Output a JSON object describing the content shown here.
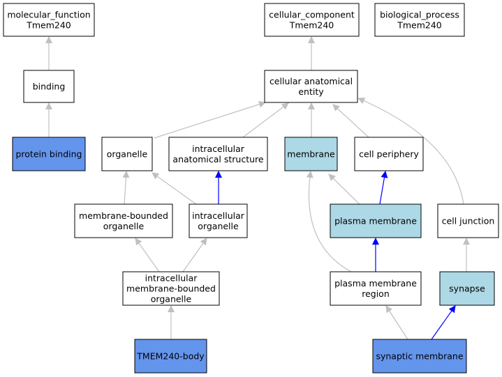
{
  "colors": {
    "default_fill": "#ffffff",
    "highlight_light": "#add8e6",
    "highlight_dark": "#6495ed",
    "edge_is_a": "#c0c0c0",
    "edge_part_of": "#0000ff"
  },
  "nodes": [
    {
      "id": "mf",
      "lines": [
        "molecular_function",
        "Tmem240"
      ],
      "fill": "default"
    },
    {
      "id": "cc",
      "lines": [
        "cellular_component",
        "Tmem240"
      ],
      "fill": "default"
    },
    {
      "id": "bp",
      "lines": [
        "biological_process",
        "Tmem240"
      ],
      "fill": "default"
    },
    {
      "id": "binding",
      "lines": [
        "binding"
      ],
      "fill": "default"
    },
    {
      "id": "cae",
      "lines": [
        "cellular anatomical",
        "entity"
      ],
      "fill": "default"
    },
    {
      "id": "protein_binding",
      "lines": [
        "protein binding"
      ],
      "fill": "dark"
    },
    {
      "id": "organelle",
      "lines": [
        "organelle"
      ],
      "fill": "default"
    },
    {
      "id": "ias",
      "lines": [
        "intracellular",
        "anatomical structure"
      ],
      "fill": "default"
    },
    {
      "id": "membrane",
      "lines": [
        "membrane"
      ],
      "fill": "light"
    },
    {
      "id": "cell_periphery",
      "lines": [
        "cell periphery"
      ],
      "fill": "default"
    },
    {
      "id": "mbo",
      "lines": [
        "membrane-bounded",
        "organelle"
      ],
      "fill": "default"
    },
    {
      "id": "io",
      "lines": [
        "intracellular",
        "organelle"
      ],
      "fill": "default"
    },
    {
      "id": "plasma_membrane",
      "lines": [
        "plasma membrane"
      ],
      "fill": "light"
    },
    {
      "id": "cell_junction",
      "lines": [
        "cell junction"
      ],
      "fill": "default"
    },
    {
      "id": "imbo",
      "lines": [
        "intracellular",
        "membrane-bounded",
        "organelle"
      ],
      "fill": "default"
    },
    {
      "id": "pmr",
      "lines": [
        "plasma membrane",
        "region"
      ],
      "fill": "default"
    },
    {
      "id": "synapse",
      "lines": [
        "synapse"
      ],
      "fill": "light"
    },
    {
      "id": "tmem_body",
      "lines": [
        "TMEM240-body"
      ],
      "fill": "dark"
    },
    {
      "id": "syn_membrane",
      "lines": [
        "synaptic membrane"
      ],
      "fill": "dark"
    }
  ],
  "edges": [
    {
      "from": "binding",
      "to": "mf",
      "type": "is_a"
    },
    {
      "from": "protein_binding",
      "to": "binding",
      "type": "is_a"
    },
    {
      "from": "cae",
      "to": "cc",
      "type": "is_a"
    },
    {
      "from": "organelle",
      "to": "cae",
      "type": "is_a"
    },
    {
      "from": "ias",
      "to": "cae",
      "type": "is_a"
    },
    {
      "from": "membrane",
      "to": "cae",
      "type": "is_a"
    },
    {
      "from": "cell_periphery",
      "to": "cae",
      "type": "is_a"
    },
    {
      "from": "cell_junction",
      "to": "cae",
      "type": "is_a"
    },
    {
      "from": "mbo",
      "to": "organelle",
      "type": "is_a"
    },
    {
      "from": "io",
      "to": "organelle",
      "type": "is_a"
    },
    {
      "from": "io",
      "to": "ias",
      "type": "part_of"
    },
    {
      "from": "plasma_membrane",
      "to": "membrane",
      "type": "is_a"
    },
    {
      "from": "plasma_membrane",
      "to": "cell_periphery",
      "type": "part_of"
    },
    {
      "from": "imbo",
      "to": "mbo",
      "type": "is_a"
    },
    {
      "from": "imbo",
      "to": "io",
      "type": "is_a"
    },
    {
      "from": "pmr",
      "to": "membrane",
      "type": "is_a"
    },
    {
      "from": "pmr",
      "to": "plasma_membrane",
      "type": "part_of"
    },
    {
      "from": "synapse",
      "to": "cell_junction",
      "type": "is_a"
    },
    {
      "from": "tmem_body",
      "to": "imbo",
      "type": "is_a"
    },
    {
      "from": "syn_membrane",
      "to": "pmr",
      "type": "is_a"
    },
    {
      "from": "syn_membrane",
      "to": "synapse",
      "type": "part_of"
    }
  ]
}
